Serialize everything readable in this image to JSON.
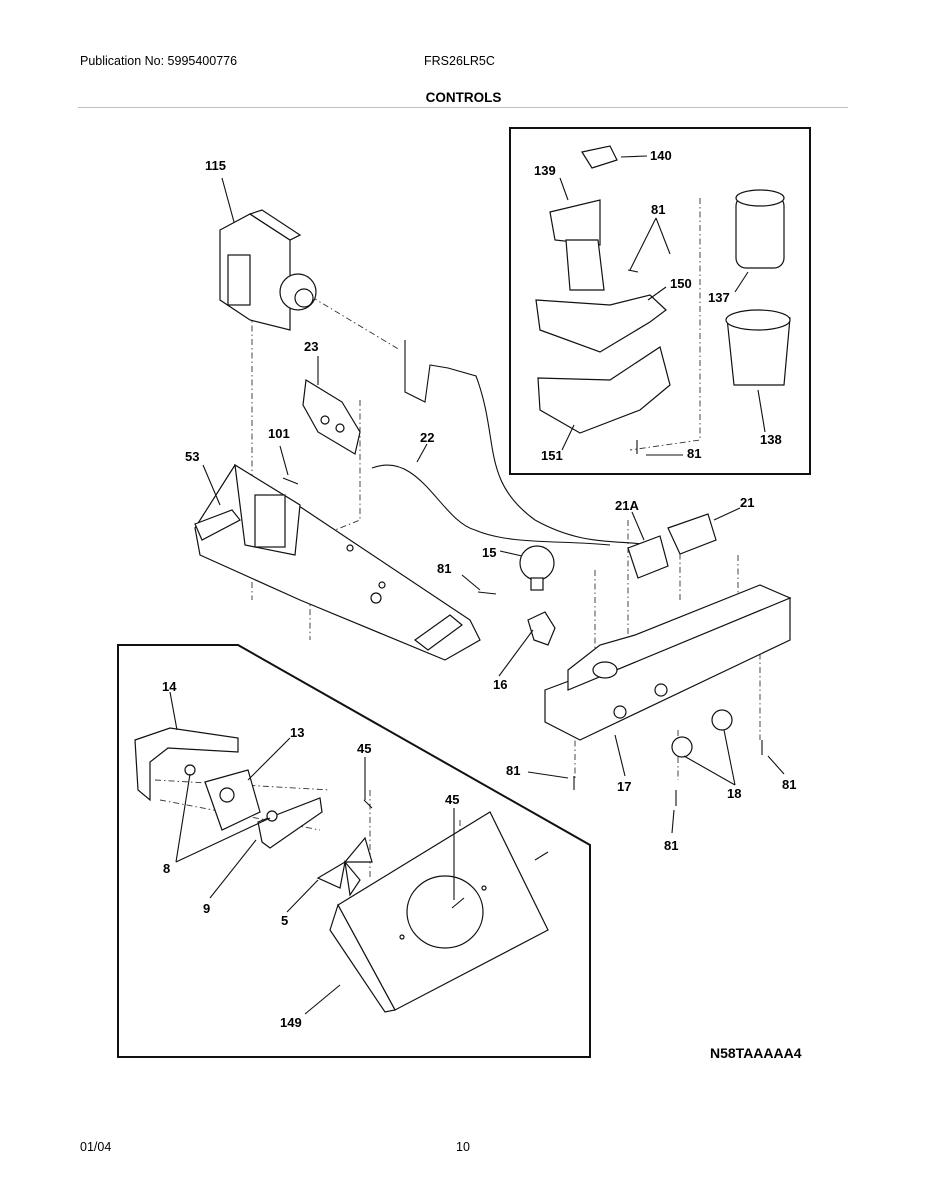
{
  "header": {
    "publication": "Publication No: 5995400776",
    "model": "FRS26LR5C",
    "title": "CONTROLS"
  },
  "diagram": {
    "code": "N58TAAAAA4",
    "callouts": {
      "c115": "115",
      "c23": "23",
      "c101": "101",
      "c53": "53",
      "c22": "22",
      "c15": "15",
      "c81_left": "81",
      "c16": "16",
      "c14": "14",
      "c13": "13",
      "c45_top": "45",
      "c45_mid": "45",
      "c8": "8",
      "c9": "9",
      "c5": "5",
      "c149": "149",
      "c139": "139",
      "c140": "140",
      "c81_inset_a": "81",
      "c150": "150",
      "c137": "137",
      "c151": "151",
      "c81_inset_b": "81",
      "c138": "138",
      "c21A": "21A",
      "c21": "21",
      "c81_rail": "81",
      "c17": "17",
      "c18": "18",
      "c81_right": "81",
      "c81_bottom": "81"
    }
  },
  "footer": {
    "date": "01/04",
    "page": "10"
  }
}
